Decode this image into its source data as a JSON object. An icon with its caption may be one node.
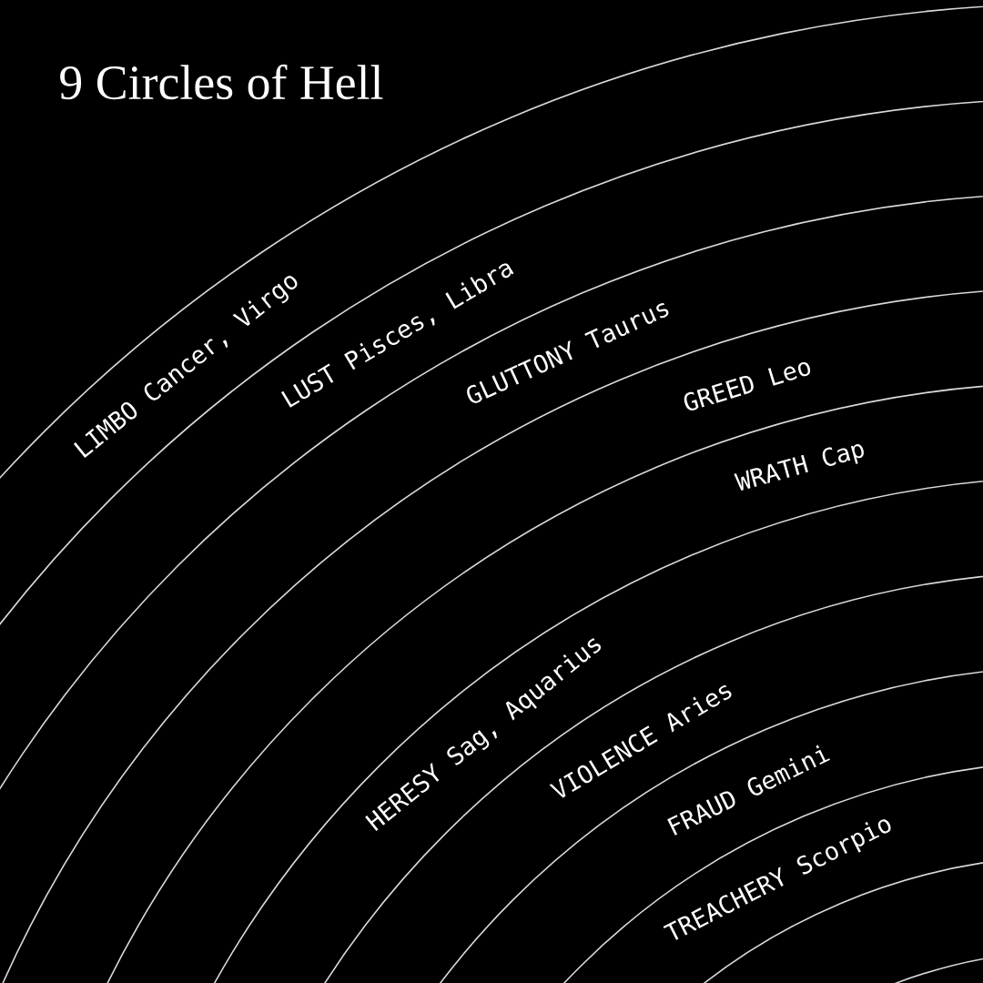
{
  "diagram": {
    "title": "9 Circles of Hell",
    "labels": [
      "LIMBO",
      "Cancer, Virgo",
      "LUST",
      "Pisces, Libra",
      "GLUTTONY",
      "Taurus",
      "GREED",
      "Leo",
      "WRATH",
      "Cap",
      "HERESY",
      "Sag, Aquarius",
      "VIOLENCE",
      "Aries",
      "FRAUD",
      "Gemini",
      "TREACHERY",
      "Scorpio"
    ]
  }
}
